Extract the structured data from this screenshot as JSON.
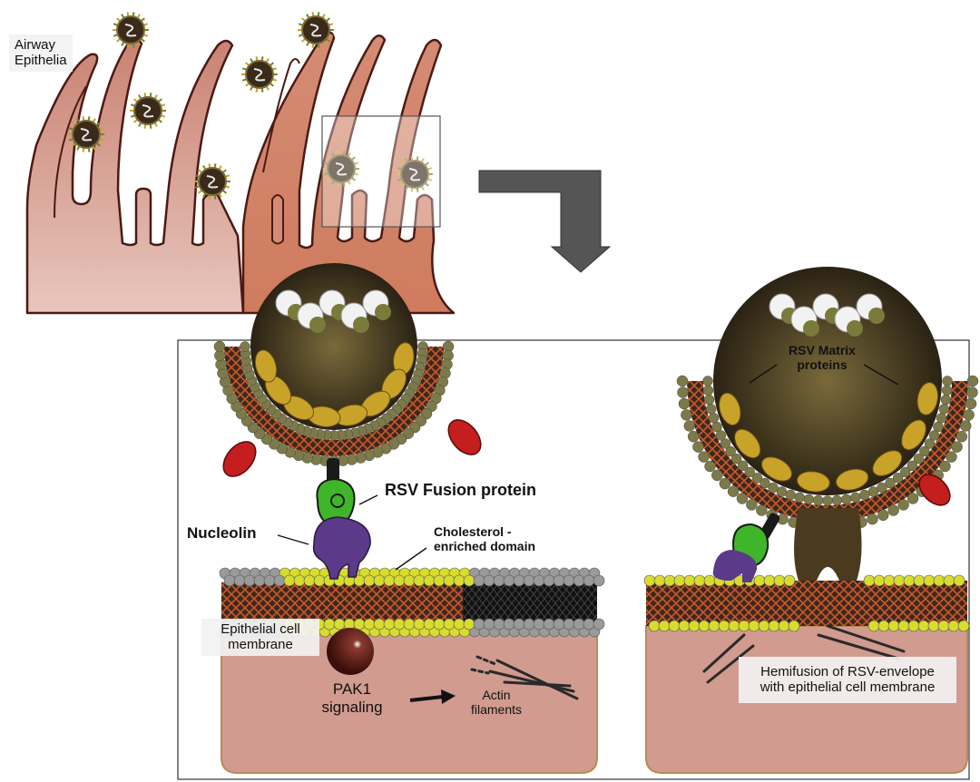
{
  "top_panel": {
    "label_line1": "Airway",
    "label_line2": "Epithelia"
  },
  "detail_panel": {
    "fusion_protein": "RSV Fusion protein",
    "nucleolin": "Nucleolin",
    "cholesterol_line1": "Cholesterol -",
    "cholesterol_line2": "enriched domain",
    "membrane_line1": "Epithelial cell",
    "membrane_line2": "membrane",
    "pak1_line1": "PAK1",
    "pak1_line2": "signaling",
    "actin_line1": "Actin",
    "actin_line2": "filaments",
    "matrix_line1": "RSV Matrix",
    "matrix_line2": "proteins",
    "hemifusion_line1": "Hemifusion of RSV-envelope",
    "hemifusion_line2": "with epithelial cell membrane"
  },
  "colors": {
    "cell": "#d4968a",
    "cell_dark": "#cf8166",
    "cell_outline": "#7a2e22",
    "lipid_head": "#7d7a4a",
    "cholesterol": "#d8dc2e",
    "gray_lipid": "#9a9a9a",
    "tail": "#c4501e",
    "matrix": "#c9a22a",
    "fusion_protein": "#3fb52a",
    "nucleolin": "#5b3a8a",
    "receptor_red": "#c41e1e",
    "pak1": "#4a1410",
    "arrow": "#555555"
  }
}
